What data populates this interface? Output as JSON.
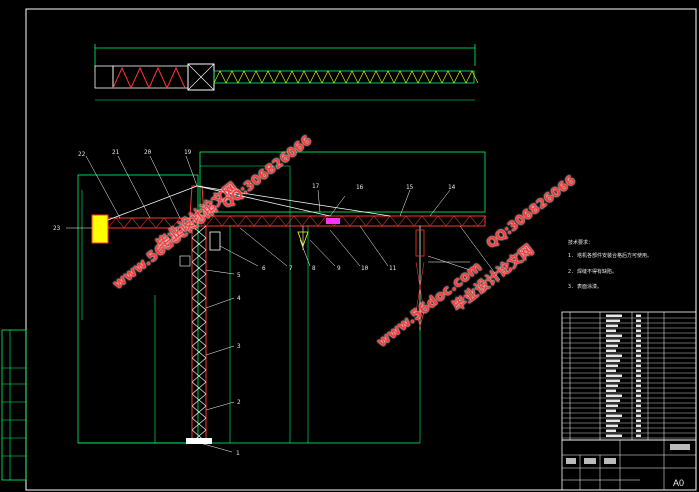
{
  "watermarks": {
    "site_a": "www.56doc.com",
    "site_b": "www.56doc.com",
    "qq_a": "QQ:306826066",
    "qq_b": "QQ:306826066",
    "brand_a": "毕业设计论文网",
    "brand_b": "毕业设计论文网"
  },
  "part_numbers": [
    "1",
    "2",
    "3",
    "4",
    "5",
    "6",
    "7",
    "8",
    "9",
    "10",
    "11",
    "14",
    "15",
    "16",
    "17",
    "19",
    "20",
    "21",
    "22",
    "23"
  ],
  "tech_requirements": {
    "heading": "技术要求：",
    "items": [
      "1. 塔机各部件安装合格后方可使用。",
      "2. 焊缝不得有缺陷。",
      "3. 表面涂漆。"
    ]
  },
  "left_strip_labels": [
    "",
    "",
    "",
    "",
    "",
    ""
  ],
  "title_block": {
    "drawing_title": "",
    "sheet_size": "A0"
  },
  "colors": {
    "background": "#000000",
    "frame": "#ffffff",
    "dimension_lines": "#00ff66",
    "structure": "#ff3333",
    "mast_lattice": "#ffffff",
    "jib_lattice": "#ffff00",
    "annotation": "#ffffff",
    "watermark": "#ff3a3a"
  }
}
